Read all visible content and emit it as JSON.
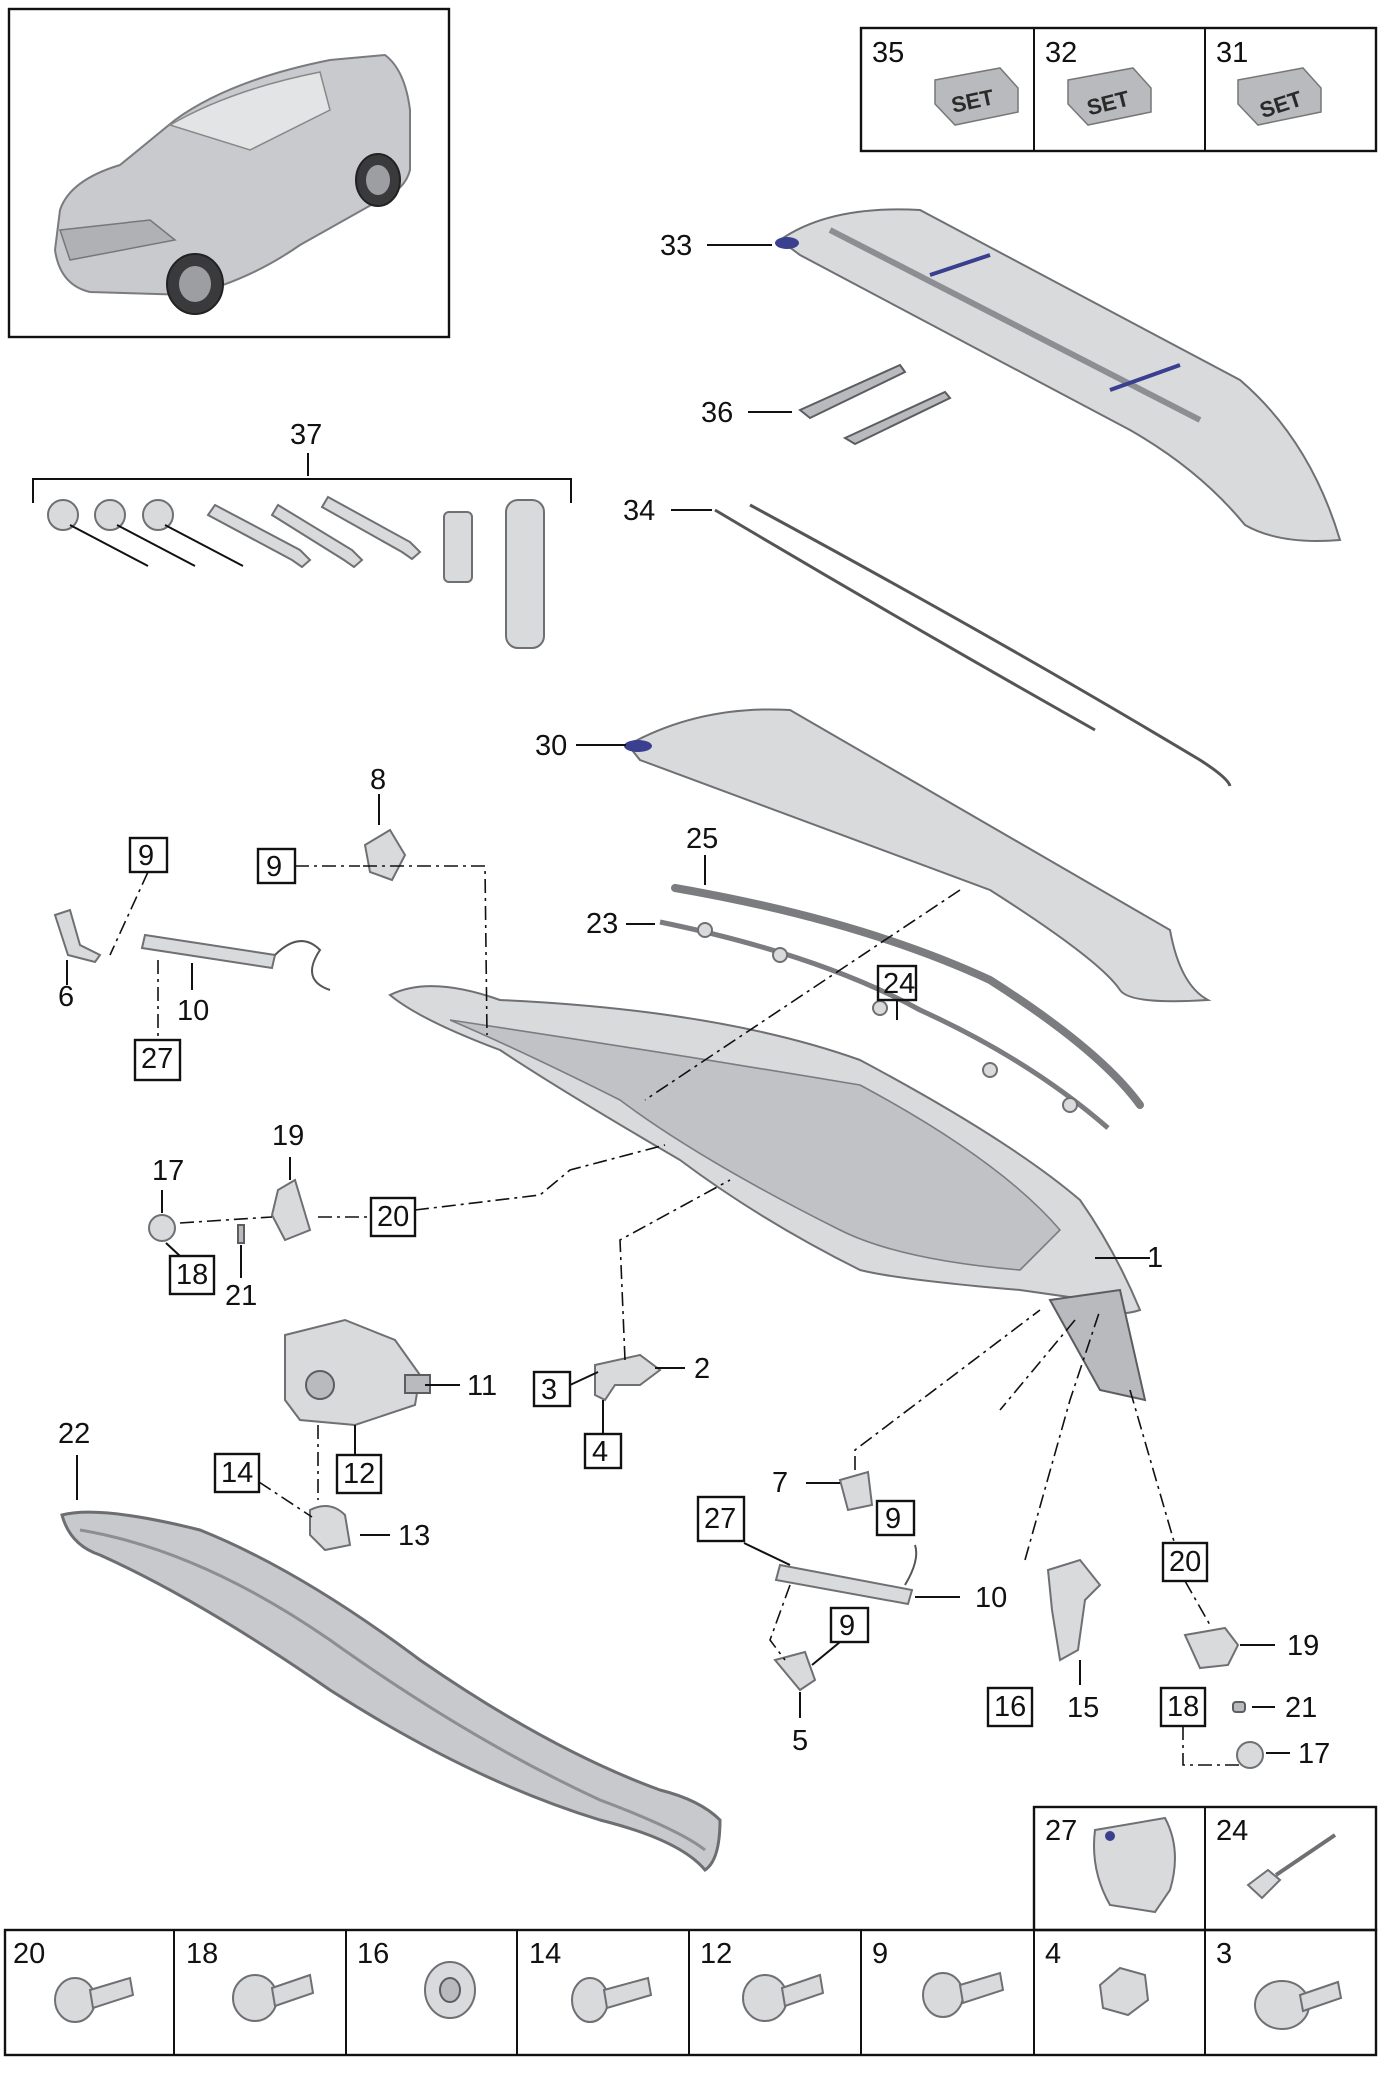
{
  "header_sets": [
    {
      "number": "35",
      "text": "SET"
    },
    {
      "number": "32",
      "text": "SET"
    },
    {
      "number": "31",
      "text": "SET"
    }
  ],
  "callouts": {
    "c33": "33",
    "c36": "36",
    "c34": "34",
    "c37": "37",
    "c30": "30",
    "c8": "8",
    "c9a": "9",
    "c9b": "9",
    "c6": "6",
    "c10a": "10",
    "c27a": "27",
    "c25": "25",
    "c23": "23",
    "c24": "24",
    "c19a": "19",
    "c17a": "17",
    "c20a": "20",
    "c18a": "18",
    "c21a": "21",
    "c1": "1",
    "c11": "11",
    "c12": "12",
    "c3": "3",
    "c2": "2",
    "c4": "4",
    "c22": "22",
    "c14": "14",
    "c13": "13",
    "c7": "7",
    "c9c": "9",
    "c27b": "27",
    "c10b": "10",
    "c9d": "9",
    "c5": "5",
    "c16": "16",
    "c15": "15",
    "c20b": "20",
    "c19b": "19",
    "c18b": "18",
    "c21b": "21",
    "c17b": "17"
  },
  "small_parts_upper": [
    {
      "number": "27"
    },
    {
      "number": "24"
    }
  ],
  "small_parts_bottom": [
    {
      "number": "20"
    },
    {
      "number": "18"
    },
    {
      "number": "16"
    },
    {
      "number": "14"
    },
    {
      "number": "12"
    },
    {
      "number": "9"
    },
    {
      "number": "4"
    },
    {
      "number": "3"
    }
  ],
  "colors": {
    "line": "#111111",
    "part_fill": "#d9dadc",
    "part_stroke": "#6f7074",
    "accent_blue": "#3b3f8f"
  }
}
